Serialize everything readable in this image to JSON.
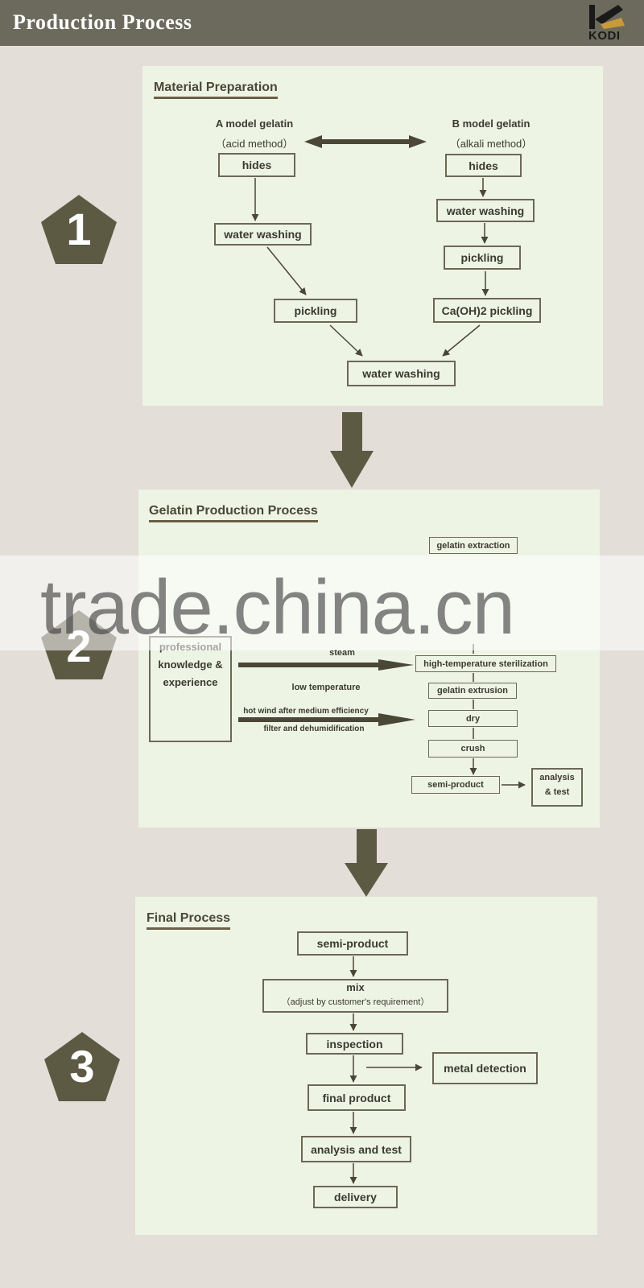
{
  "header": {
    "title": "Production Process",
    "logo_text": "KODI"
  },
  "steps": [
    {
      "number": "1"
    },
    {
      "number": "2"
    },
    {
      "number": "3"
    }
  ],
  "colors": {
    "header_bg": "#6b6a5c",
    "panel_bg": "#eef4e4",
    "badge": "#5d5a44",
    "arrow": "#5d5a44",
    "page_bg": "#e3ded8"
  },
  "section1": {
    "title": "Material Preparation",
    "a_title": "A model gelatin",
    "a_method": "（acid method）",
    "b_title": "B model gelatin",
    "b_method": "（alkali method）",
    "a_hides": "hides",
    "a_water_washing": "water washing",
    "a_pickling": "pickling",
    "b_hides": "hides",
    "b_water_washing": "water washing",
    "b_pickling": "pickling",
    "b_caoh_pickling": "Ca(OH)2 pickling",
    "final_water_washing": "water washing"
  },
  "section2": {
    "title": "Gelatin Production Process",
    "gelatin_extraction": "gelatin extraction",
    "knowledge_line1": "professional",
    "knowledge_line2": "knowledge &",
    "knowledge_line3": "experience",
    "steam": "steam",
    "low_temperature": "low temperature",
    "hot_wind_line1": "hot wind after medium efficiency",
    "hot_wind_line2": "filter and dehumidification",
    "sterilization": "high-temperature sterilization",
    "extrusion": "gelatin extrusion",
    "dry": "dry",
    "crush": "crush",
    "semi_product": "semi-product",
    "analysis_line1": "analysis",
    "analysis_line2": "& test"
  },
  "section3": {
    "title": "Final Process",
    "semi_product": "semi-product",
    "mix": "mix",
    "mix_note": "（adjust by customer's requirement）",
    "inspection": "inspection",
    "metal_detection": "metal detection",
    "final_product": "final product",
    "analysis_test": "analysis and test",
    "delivery": "delivery"
  },
  "watermark": {
    "text": "trade.china.cn"
  }
}
